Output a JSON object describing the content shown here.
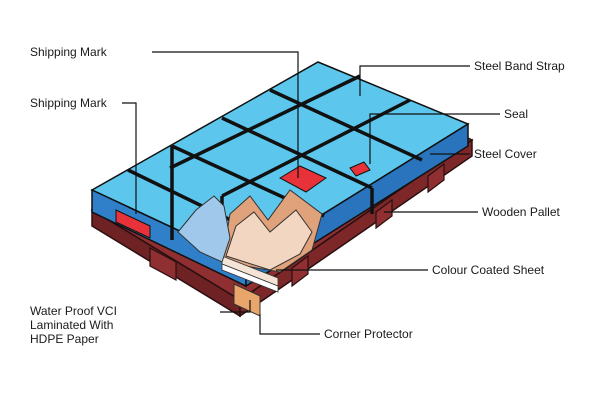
{
  "labels": {
    "shipping_mark_1": "Shipping Mark",
    "shipping_mark_2": "Shipping Mark",
    "steel_band_strap": "Steel Band Strap",
    "seal": "Seal",
    "steel_cover": "Steel Cover",
    "wooden_pallet": "Wooden Pallet",
    "colour_coated_sheet": "Colour Coated Sheet",
    "waterproof_paper": "Water Proof VCI\nLaminated With\nHDPE Paper",
    "corner_protector": "Corner Protector"
  },
  "colors": {
    "cover_top": "#5cc6ec",
    "cover_side": "#2f7fc9",
    "band": "#111111",
    "mark_red": "#e8323a",
    "pallet": "#8f2f31",
    "pallet_dark": "#6e2224",
    "sheet_tan": "#e0a27a",
    "sheet_light": "#f2d6c2",
    "paper_blue": "#9fc8ea",
    "corner": "#e8a66a"
  }
}
